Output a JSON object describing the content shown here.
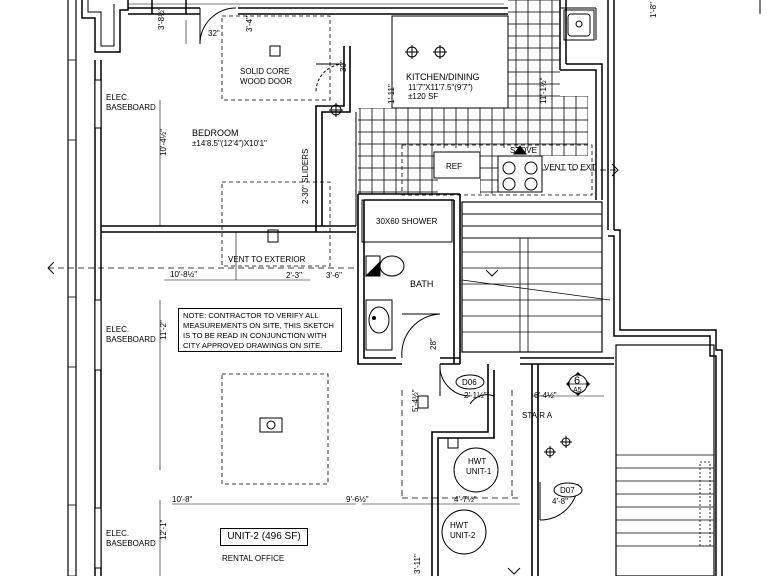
{
  "rooms": {
    "kitchen": {
      "name": "KITCHEN/DINING",
      "dims": "11'7\"X11'7.5\"(9'7\")",
      "area": "±120 SF"
    },
    "bedroom": {
      "name": "BEDROOM",
      "dims": "±14'8.5\"(12'4\")X10'1\""
    },
    "bath": "BATH",
    "shower": "30X60 SHOWER",
    "stair": "STAIR A",
    "hwt1": [
      "HWT",
      "UNIT-1"
    ],
    "hwt2": [
      "HWT",
      "UNIT-2"
    ],
    "rental": "RENTAL OFFICE"
  },
  "labels": {
    "door": [
      "SOLID CORE",
      "WOOD DOOR"
    ],
    "sliders": "2-30\" SLIDERS",
    "vent_exterior": "VENT TO EXTERIOR",
    "vent_ext": "VENT TO EXT",
    "ref": "REF",
    "stove": "STOVE",
    "baseboard": [
      "ELEC.",
      "BASEBOARD"
    ],
    "d06": "D06",
    "d07": "D07",
    "section_num": "6",
    "section_sheet": "A5"
  },
  "note": [
    "NOTE: CONTRACTOR TO VERIFY ALL",
    "MEASUREMENTS ON SITE, THIS SKETCH",
    "IS TO BE READ IN CONJUNCTION WITH",
    "CITY APPROVED DRAWINGS ON SITE."
  ],
  "unit_title": "UNIT-2 (496 SF)",
  "dimensions": {
    "d32": "32\"",
    "d30": "30\"",
    "d3_4": "3'-4\"",
    "d3_8": "3'-8½\"",
    "d1_11": "1'-11\"",
    "d11_1": "11'-1½\"",
    "d10_4": "10'-4½\"",
    "d2_3": "2'-3\"",
    "d3_6": "3'-6\"",
    "d10_8a": "10'-8½\"",
    "d11_2": "11'-2\"",
    "d5_4": "5'-4½\"",
    "d2_1": "2'-1½\"",
    "d6_4": "6'-4½\"",
    "d28": "28\"",
    "d10_8b": "10'-8\"",
    "d9_6": "9'-6½\"",
    "d4_7": "4'-7½\"",
    "d4_8": "4'-8\"",
    "d12_1": "12'-1\"",
    "d3_11": "3'-11\"",
    "d1_8": "1'-8\""
  }
}
